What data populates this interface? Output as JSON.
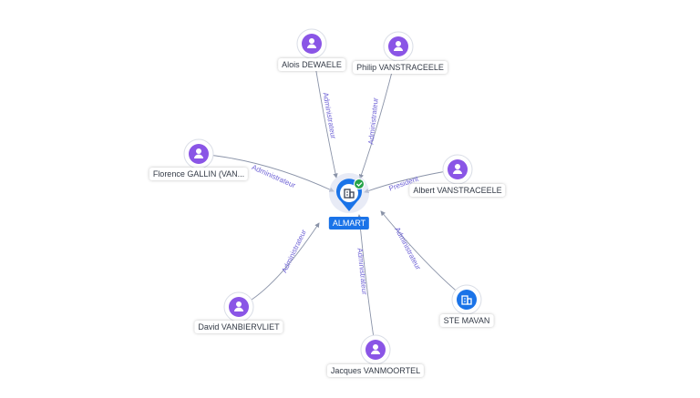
{
  "colors": {
    "person": "#8a55e6",
    "company": "#1a73e8",
    "center": "#1a73e8",
    "check": "#27a349",
    "edge": "#8a93a8",
    "edge_label": "#6f63d6"
  },
  "center": {
    "name": "ALMART",
    "icon": "building-icon",
    "verified_icon": "check-icon"
  },
  "nodes": [
    {
      "id": "alois",
      "name": "Alois DEWAELE",
      "type": "person",
      "icon": "person-icon"
    },
    {
      "id": "philip",
      "name": "Philip VANSTRACEELE",
      "type": "person",
      "icon": "person-icon"
    },
    {
      "id": "florence",
      "name": "Florence GALLIN (VAN...",
      "type": "person",
      "icon": "person-icon"
    },
    {
      "id": "albert",
      "name": "Albert VANSTRACEELE",
      "type": "person",
      "icon": "person-icon"
    },
    {
      "id": "david",
      "name": "David VANBIERVLIET",
      "type": "person",
      "icon": "person-icon"
    },
    {
      "id": "ste",
      "name": "STE MAVAN",
      "type": "company",
      "icon": "building-icon"
    },
    {
      "id": "jacques",
      "name": "Jacques VANMOORTEL",
      "type": "person",
      "icon": "person-icon"
    }
  ],
  "edges": [
    {
      "from": "alois",
      "label": "Administrateur"
    },
    {
      "from": "philip",
      "label": "Administrateur"
    },
    {
      "from": "florence",
      "label": "Administrateur"
    },
    {
      "from": "albert",
      "label": "President"
    },
    {
      "from": "david",
      "label": "Administrateur"
    },
    {
      "from": "ste",
      "label": "Administrateur"
    },
    {
      "from": "jacques",
      "label": "Administrateur"
    }
  ]
}
